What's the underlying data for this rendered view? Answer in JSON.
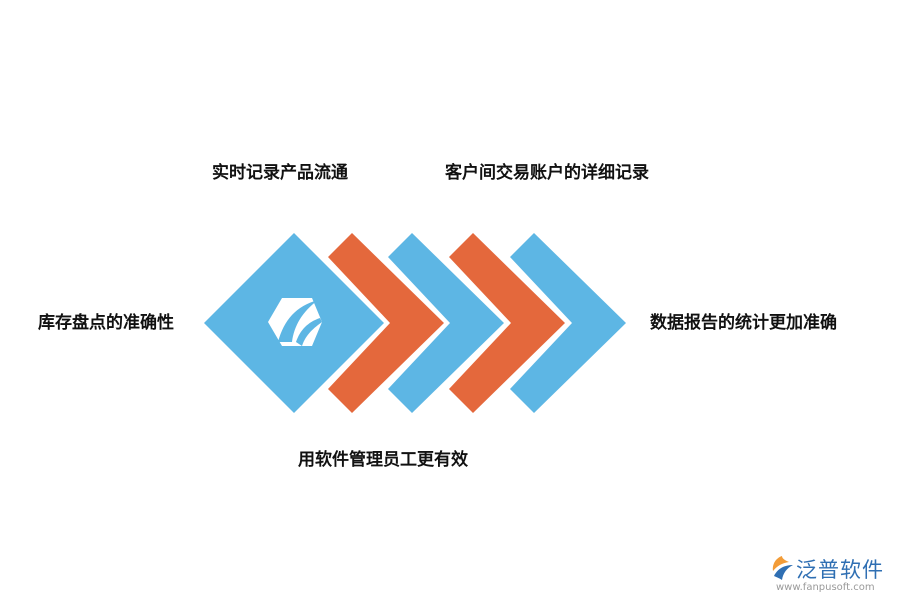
{
  "labels": {
    "top_left": "实时记录产品流通",
    "top_right": "客户间交易账户的详细记录",
    "left": "库存盘点的准确性",
    "right": "数据报告的统计更加准确",
    "bottom": "用软件管理员工更有效"
  },
  "colors": {
    "blue": "#5DB6E4",
    "orange": "#E4683C",
    "logo_white": "#ffffff"
  },
  "center_icon": "hexagon-leaf-logo-icon",
  "watermark": {
    "brand": "泛普软件",
    "url": "www.fanpusoft.com",
    "icon": "fanpu-logo-icon"
  }
}
